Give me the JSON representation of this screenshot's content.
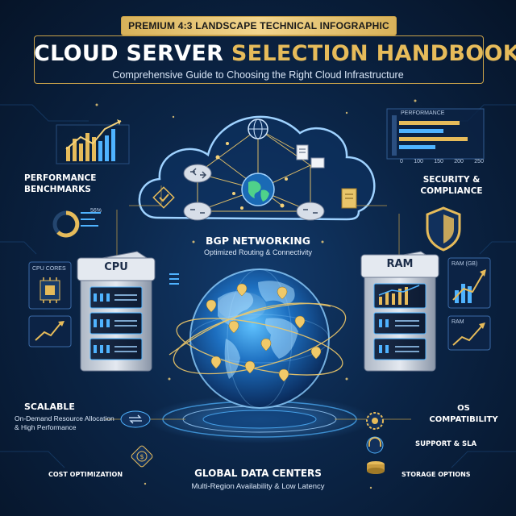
{
  "header": {
    "tagline": "PREMIUM 4:3 LANDSCAPE TECHNICAL INFOGRAPHIC",
    "title_part1": "CLOUD SERVER",
    "title_part2": "SELECTION HANDBOOK",
    "subtitle": "Comprehensive Guide to Choosing the Right Cloud Infrastructure"
  },
  "left": {
    "performance_label_line1": "PERFORMANCE",
    "performance_label_line2": "BENCHMARKS",
    "gauge_value": "56%",
    "cpu_cores_label": "CPU CORES",
    "scalable_title": "SCALABLE",
    "scalable_line1": "On-Demand Resource Allocation",
    "scalable_line2": "& High Performance",
    "cost_label": "COST OPTIMIZATION"
  },
  "right": {
    "chart_title": "PERFORMANCE",
    "axis_ticks": [
      "0",
      "100",
      "150",
      "200",
      "250"
    ],
    "security_line1": "SECURITY &",
    "security_line2": "COMPLIANCE",
    "ram_gb_label": "RAM (GB)",
    "ram_label": "RAM",
    "os_line1": "OS",
    "os_line2": "COMPATIBILITY",
    "support_label": "SUPPORT & SLA",
    "storage_label": "STORAGE OPTIONS"
  },
  "center": {
    "bgp_title": "BGP NETWORKING",
    "bgp_subtitle": "Optimized Routing & Connectivity",
    "cpu_server_label": "CPU",
    "ram_server_label": "RAM",
    "datacenters_title": "GLOBAL DATA CENTERS",
    "datacenters_subtitle": "Multi-Region Availability & Low Latency"
  },
  "colors": {
    "background": "#0b2547",
    "accent_gold": "#e6bb5a",
    "accent_blue": "#4fb3ff",
    "text": "#ffffff"
  },
  "icons": [
    "router-icon",
    "globe-icon",
    "document-icon",
    "shield-icon",
    "check-icon",
    "chip-icon",
    "dollar-icon",
    "gear-icon",
    "headset-icon",
    "disk-icon",
    "bar-chart-icon",
    "line-chart-icon"
  ]
}
